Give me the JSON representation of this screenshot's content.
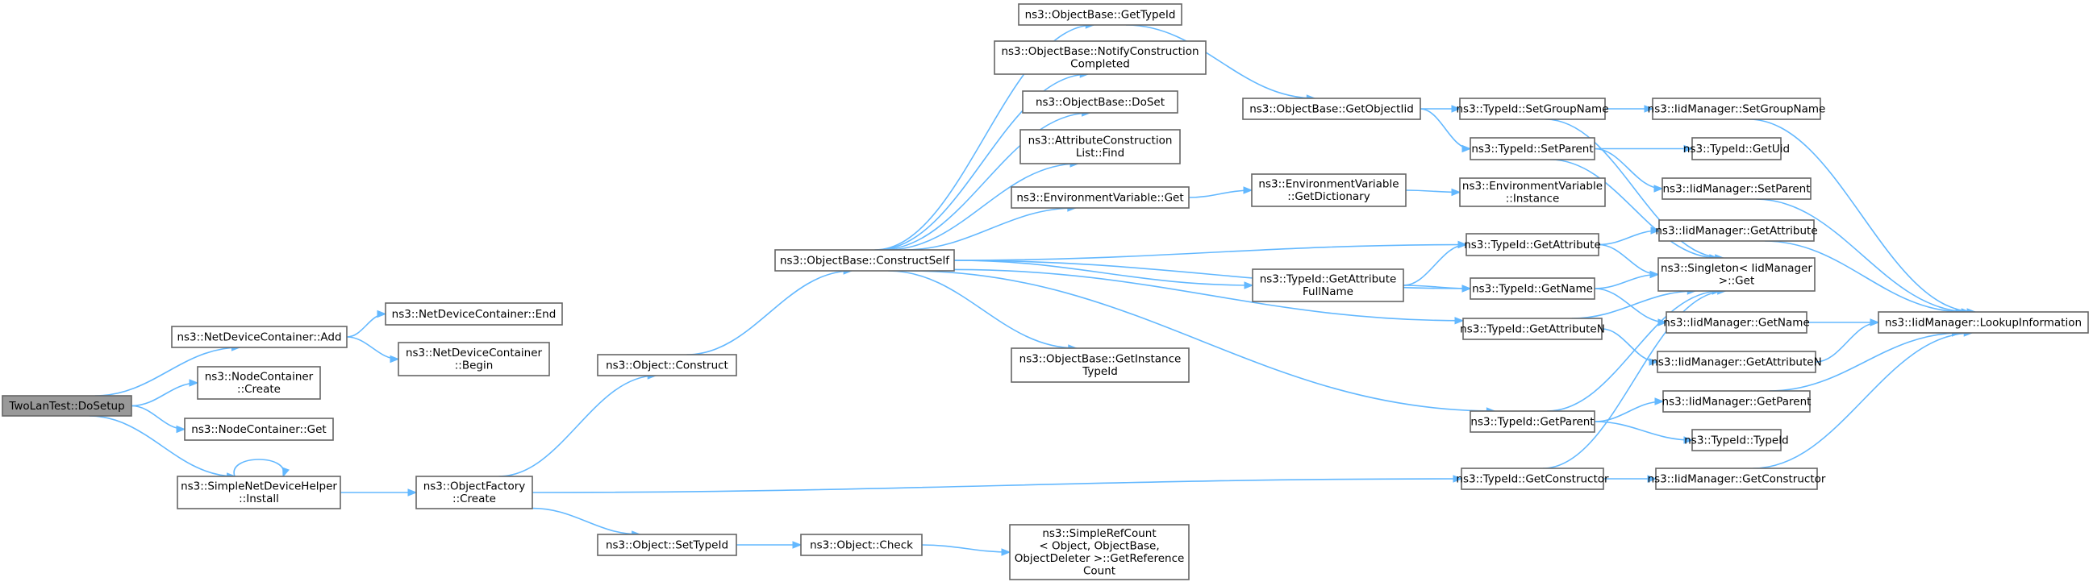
{
  "graph": {
    "colors": {
      "edge": "#63b8ff",
      "node_border": "#666666",
      "root_fill": "#999999",
      "node_fill": "#ffffff"
    },
    "nodes": [
      {
        "id": "root",
        "lines": [
          "TwoLanTest::DoSetup"
        ],
        "root": true
      },
      {
        "id": "ndc_add",
        "lines": [
          "ns3::NetDeviceContainer::Add"
        ]
      },
      {
        "id": "nc_create",
        "lines": [
          "ns3::NodeContainer",
          "::Create"
        ]
      },
      {
        "id": "nc_get",
        "lines": [
          "ns3::NodeContainer::Get"
        ]
      },
      {
        "id": "sndh_install",
        "lines": [
          "ns3::SimpleNetDeviceHelper",
          "::Install"
        ]
      },
      {
        "id": "ndc_end",
        "lines": [
          "ns3::NetDeviceContainer::End"
        ]
      },
      {
        "id": "ndc_begin",
        "lines": [
          "ns3::NetDeviceContainer",
          "::Begin"
        ]
      },
      {
        "id": "obj_construct",
        "lines": [
          "ns3::Object::Construct"
        ]
      },
      {
        "id": "of_create",
        "lines": [
          "ns3::ObjectFactory",
          "::Create"
        ]
      },
      {
        "id": "obj_settypeid",
        "lines": [
          "ns3::Object::SetTypeId"
        ]
      },
      {
        "id": "obj_check",
        "lines": [
          "ns3::Object::Check"
        ]
      },
      {
        "id": "src_getref",
        "lines": [
          "ns3::SimpleRefCount",
          "< Object, ObjectBase,",
          " ObjectDeleter >::GetReference",
          "Count"
        ]
      },
      {
        "id": "ob_constructself",
        "lines": [
          "ns3::ObjectBase::ConstructSelf"
        ]
      },
      {
        "id": "ob_gettypeid",
        "lines": [
          "ns3::ObjectBase::GetTypeId"
        ]
      },
      {
        "id": "ob_notify",
        "lines": [
          "ns3::ObjectBase::NotifyConstruction",
          "Completed"
        ]
      },
      {
        "id": "ob_doset",
        "lines": [
          "ns3::ObjectBase::DoSet"
        ]
      },
      {
        "id": "acl_find",
        "lines": [
          "ns3::AttributeConstruction",
          "List::Find"
        ]
      },
      {
        "id": "env_get",
        "lines": [
          "ns3::EnvironmentVariable::Get"
        ]
      },
      {
        "id": "ob_getinst",
        "lines": [
          "ns3::ObjectBase::GetInstance",
          "TypeId"
        ]
      },
      {
        "id": "ob_getobjectiid",
        "lines": [
          "ns3::ObjectBase::GetObjectIid"
        ]
      },
      {
        "id": "env_getdict",
        "lines": [
          "ns3::EnvironmentVariable",
          "::GetDictionary"
        ]
      },
      {
        "id": "tid_getattrfull",
        "lines": [
          "ns3::TypeId::GetAttribute",
          "FullName"
        ]
      },
      {
        "id": "tid_setgroupname",
        "lines": [
          "ns3::TypeId::SetGroupName"
        ]
      },
      {
        "id": "tid_setparent",
        "lines": [
          "ns3::TypeId::SetParent"
        ]
      },
      {
        "id": "env_instance",
        "lines": [
          "ns3::EnvironmentVariable",
          "::Instance"
        ]
      },
      {
        "id": "tid_getattribute",
        "lines": [
          "ns3::TypeId::GetAttribute"
        ]
      },
      {
        "id": "tid_getname",
        "lines": [
          "ns3::TypeId::GetName"
        ]
      },
      {
        "id": "tid_getattributen",
        "lines": [
          "ns3::TypeId::GetAttributeN"
        ]
      },
      {
        "id": "tid_getparent",
        "lines": [
          "ns3::TypeId::GetParent"
        ]
      },
      {
        "id": "tid_getconstructor",
        "lines": [
          "ns3::TypeId::GetConstructor"
        ]
      },
      {
        "id": "iid_setgroupname",
        "lines": [
          "ns3::IidManager::SetGroupName"
        ]
      },
      {
        "id": "tid_getuid",
        "lines": [
          "ns3::TypeId::GetUid"
        ]
      },
      {
        "id": "iid_setparent",
        "lines": [
          "ns3::IidManager::SetParent"
        ]
      },
      {
        "id": "iid_getattribute",
        "lines": [
          "ns3::IidManager::GetAttribute"
        ]
      },
      {
        "id": "singleton_get",
        "lines": [
          "ns3::Singleton< IidManager",
          " >::Get"
        ]
      },
      {
        "id": "iid_getname",
        "lines": [
          "ns3::IidManager::GetName"
        ]
      },
      {
        "id": "iid_getattributen",
        "lines": [
          "ns3::IidManager::GetAttributeN"
        ]
      },
      {
        "id": "iid_getparent",
        "lines": [
          "ns3::IidManager::GetParent"
        ]
      },
      {
        "id": "tid_typeid",
        "lines": [
          "ns3::TypeId::TypeId"
        ]
      },
      {
        "id": "iid_getconstructor",
        "lines": [
          "ns3::IidManager::GetConstructor"
        ]
      },
      {
        "id": "iid_lookup",
        "lines": [
          "ns3::IidManager::LookupInformation"
        ]
      }
    ],
    "edges": [
      [
        "root",
        "ndc_add"
      ],
      [
        "root",
        "nc_create"
      ],
      [
        "root",
        "nc_get"
      ],
      [
        "root",
        "sndh_install"
      ],
      [
        "ndc_add",
        "ndc_end"
      ],
      [
        "ndc_add",
        "ndc_begin"
      ],
      [
        "sndh_install",
        "sndh_install"
      ],
      [
        "sndh_install",
        "of_create"
      ],
      [
        "of_create",
        "obj_construct"
      ],
      [
        "of_create",
        "obj_settypeid"
      ],
      [
        "of_create",
        "tid_getconstructor"
      ],
      [
        "obj_construct",
        "ob_constructself"
      ],
      [
        "obj_settypeid",
        "obj_check"
      ],
      [
        "obj_check",
        "src_getref"
      ],
      [
        "ob_constructself",
        "ob_gettypeid"
      ],
      [
        "ob_constructself",
        "ob_notify"
      ],
      [
        "ob_constructself",
        "ob_doset"
      ],
      [
        "ob_constructself",
        "acl_find"
      ],
      [
        "ob_constructself",
        "env_get"
      ],
      [
        "ob_constructself",
        "ob_getinst"
      ],
      [
        "ob_constructself",
        "tid_getattribute"
      ],
      [
        "ob_constructself",
        "tid_getattrfull"
      ],
      [
        "ob_constructself",
        "tid_getname"
      ],
      [
        "ob_constructself",
        "tid_getattributen"
      ],
      [
        "ob_constructself",
        "tid_getparent"
      ],
      [
        "ob_gettypeid",
        "ob_getobjectiid"
      ],
      [
        "ob_getobjectiid",
        "tid_setgroupname"
      ],
      [
        "ob_getobjectiid",
        "tid_setparent"
      ],
      [
        "env_get",
        "env_getdict"
      ],
      [
        "env_getdict",
        "env_instance"
      ],
      [
        "tid_getattrfull",
        "tid_getattribute"
      ],
      [
        "tid_getattrfull",
        "tid_getname"
      ],
      [
        "tid_setgroupname",
        "iid_setgroupname"
      ],
      [
        "tid_setgroupname",
        "singleton_get"
      ],
      [
        "tid_setparent",
        "tid_getuid"
      ],
      [
        "tid_setparent",
        "iid_setparent"
      ],
      [
        "tid_setparent",
        "singleton_get"
      ],
      [
        "tid_getattribute",
        "iid_getattribute"
      ],
      [
        "tid_getattribute",
        "singleton_get"
      ],
      [
        "tid_getname",
        "singleton_get"
      ],
      [
        "tid_getname",
        "iid_getname"
      ],
      [
        "tid_getattributen",
        "singleton_get"
      ],
      [
        "tid_getattributen",
        "iid_getattributen"
      ],
      [
        "tid_getparent",
        "singleton_get"
      ],
      [
        "tid_getparent",
        "iid_getparent"
      ],
      [
        "tid_getparent",
        "tid_typeid"
      ],
      [
        "tid_getconstructor",
        "singleton_get"
      ],
      [
        "tid_getconstructor",
        "iid_getconstructor"
      ],
      [
        "iid_setgroupname",
        "iid_lookup"
      ],
      [
        "iid_setparent",
        "iid_lookup"
      ],
      [
        "iid_getattribute",
        "iid_lookup"
      ],
      [
        "iid_getname",
        "iid_lookup"
      ],
      [
        "iid_getattributen",
        "iid_lookup"
      ],
      [
        "iid_getparent",
        "iid_lookup"
      ],
      [
        "iid_getconstructor",
        "iid_lookup"
      ]
    ]
  }
}
